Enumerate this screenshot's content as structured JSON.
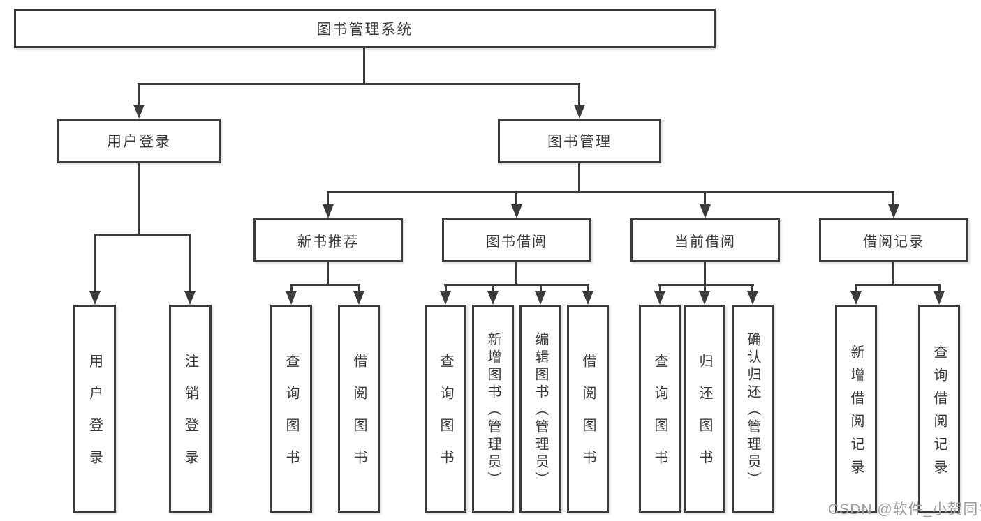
{
  "tree": {
    "root": "图书管理系统",
    "user_login": {
      "label": "用户登录",
      "children": [
        "用户登录",
        "注销登录"
      ]
    },
    "book_mgmt": {
      "label": "图书管理",
      "sections": [
        {
          "label": "新书推荐",
          "children": [
            "查询图书",
            "借阅图书"
          ]
        },
        {
          "label": "图书借阅",
          "children": [
            "查询图书",
            "新增图书（管理员）",
            "编辑图书（管理员）",
            "借阅图书"
          ]
        },
        {
          "label": "当前借阅",
          "children": [
            "查询图书",
            "归还图书",
            "确认归还（管理员）"
          ]
        },
        {
          "label": "借阅记录",
          "children": [
            "新增借阅记录",
            "查询借阅记录"
          ]
        }
      ]
    }
  },
  "watermark": {
    "text": "CSDN @软件_小贺同学"
  },
  "colors": {
    "line": "#3b3b3b",
    "text": "#3a3a3a",
    "watermark": "#9e9e9e",
    "background": "#ffffff"
  }
}
